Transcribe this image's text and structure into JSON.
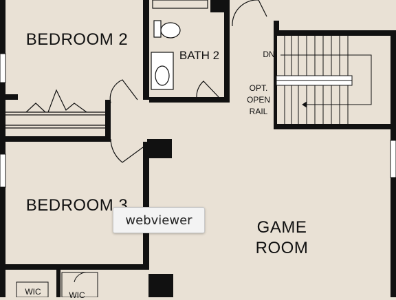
{
  "labels": {
    "bedroom2": "BEDROOM 2",
    "bath2": "BATH 2",
    "bedroom3": "BEDROOM 3",
    "game_room_line1": "GAME",
    "game_room_line2": "ROOM",
    "dn": "DN",
    "opt_line1": "OPT.",
    "opt_line2": "OPEN",
    "opt_line3": "RAIL",
    "wic_left": "WIC",
    "wic_right": "WIC"
  },
  "tooltip": {
    "text": "webviewer"
  },
  "colors": {
    "floor": "#e9e1d5",
    "wall": "#111111",
    "window": "#ffffff"
  }
}
